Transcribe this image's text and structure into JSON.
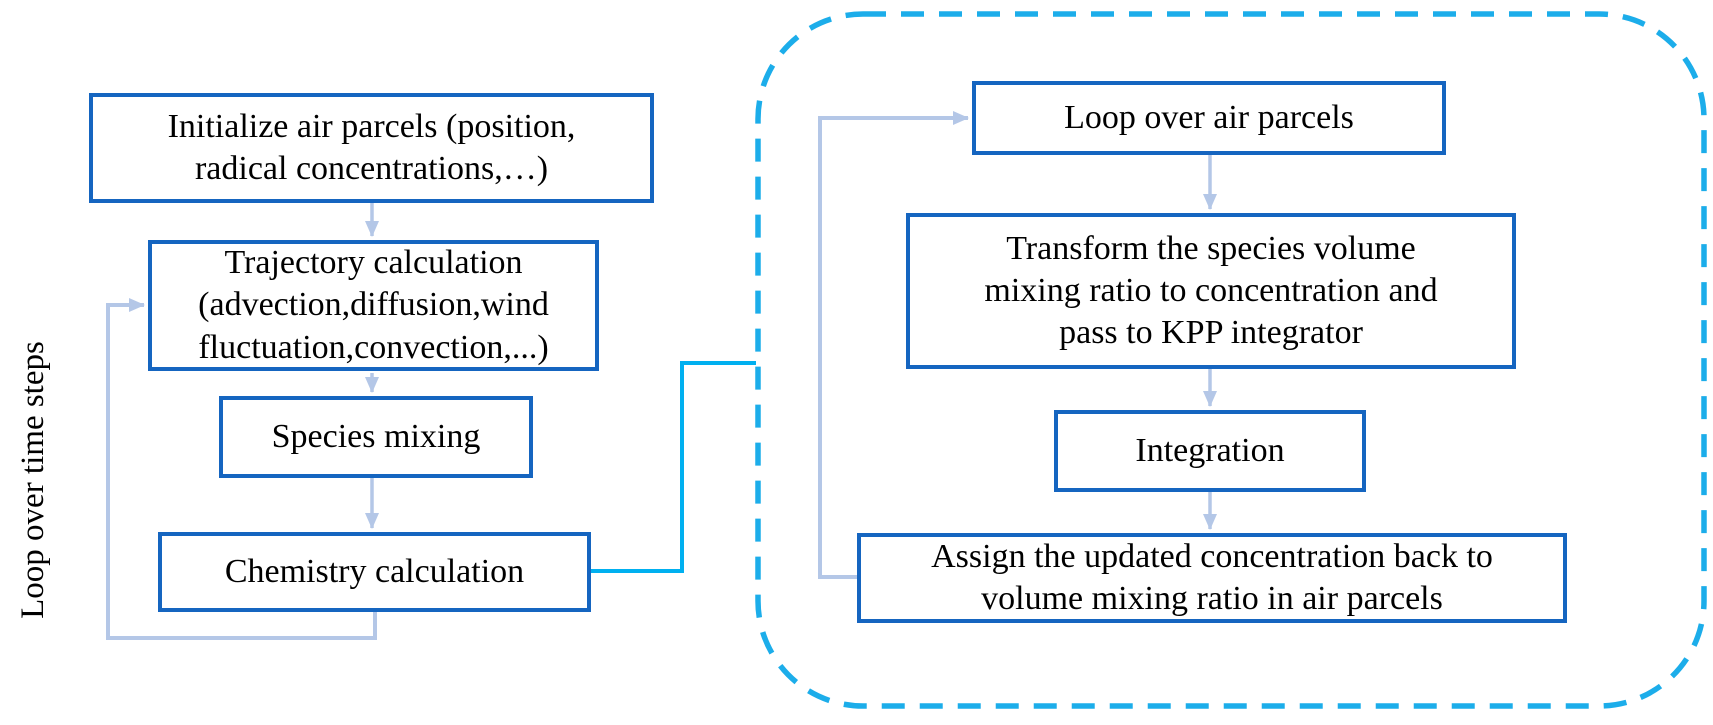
{
  "diagram": {
    "outer_loop_label": "Loop over time steps",
    "left_flow": [
      {
        "id": "initialize-air-parcels",
        "lines": [
          "Initialize air parcels (position,",
          "radical concentrations,…)"
        ]
      },
      {
        "id": "trajectory-calculation",
        "lines": [
          "Trajectory calculation",
          "(advection,diffusion,wind",
          "fluctuation,convection,...)"
        ]
      },
      {
        "id": "species-mixing",
        "lines": [
          "Species mixing"
        ]
      },
      {
        "id": "chemistry-calculation",
        "lines": [
          "Chemistry calculation"
        ]
      }
    ],
    "right_flow": [
      {
        "id": "loop-over-air-parcels",
        "lines": [
          "Loop over air parcels"
        ]
      },
      {
        "id": "transform-to-concentration",
        "lines": [
          "Transform the species volume",
          "mixing ratio to concentration and",
          "pass to KPP integrator"
        ]
      },
      {
        "id": "integration",
        "lines": [
          "Integration"
        ]
      },
      {
        "id": "assign-back-to-parcels",
        "lines": [
          "Assign the updated concentration back to",
          "volume mixing ratio in air parcels"
        ]
      }
    ],
    "connections": [
      {
        "from": "initialize-air-parcels",
        "to": "trajectory-calculation"
      },
      {
        "from": "trajectory-calculation",
        "to": "species-mixing"
      },
      {
        "from": "species-mixing",
        "to": "chemistry-calculation"
      },
      {
        "from": "chemistry-calculation",
        "to": "trajectory-calculation",
        "type": "time-step-loop"
      },
      {
        "from": "chemistry-calculation",
        "to": "kpp-region",
        "type": "connector"
      },
      {
        "from": "loop-over-air-parcels",
        "to": "transform-to-concentration"
      },
      {
        "from": "transform-to-concentration",
        "to": "integration"
      },
      {
        "from": "integration",
        "to": "assign-back-to-parcels"
      },
      {
        "from": "assign-back-to-parcels",
        "to": "loop-over-air-parcels",
        "type": "parcel-loop"
      }
    ],
    "colors": {
      "box_border": "#1565C0",
      "flow_arrow": "#B4C7E7",
      "connector": "#00B0F0",
      "dashed_border": "#1CADEA",
      "text": "#000000",
      "background": "#FFFFFF"
    }
  }
}
